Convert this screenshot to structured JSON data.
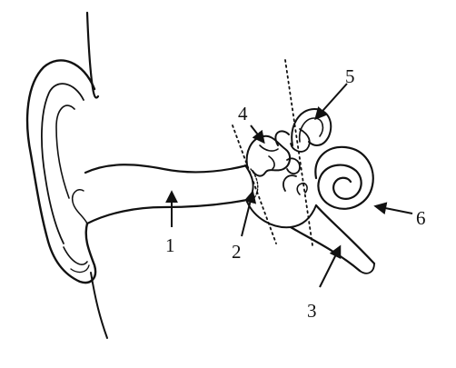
{
  "diagram": {
    "labels": {
      "l1": "1",
      "l2": "2",
      "l3": "3",
      "l4": "4",
      "l5": "5",
      "l6": "6"
    },
    "colors": {
      "ink": "#111111",
      "background": "#ffffff"
    }
  }
}
